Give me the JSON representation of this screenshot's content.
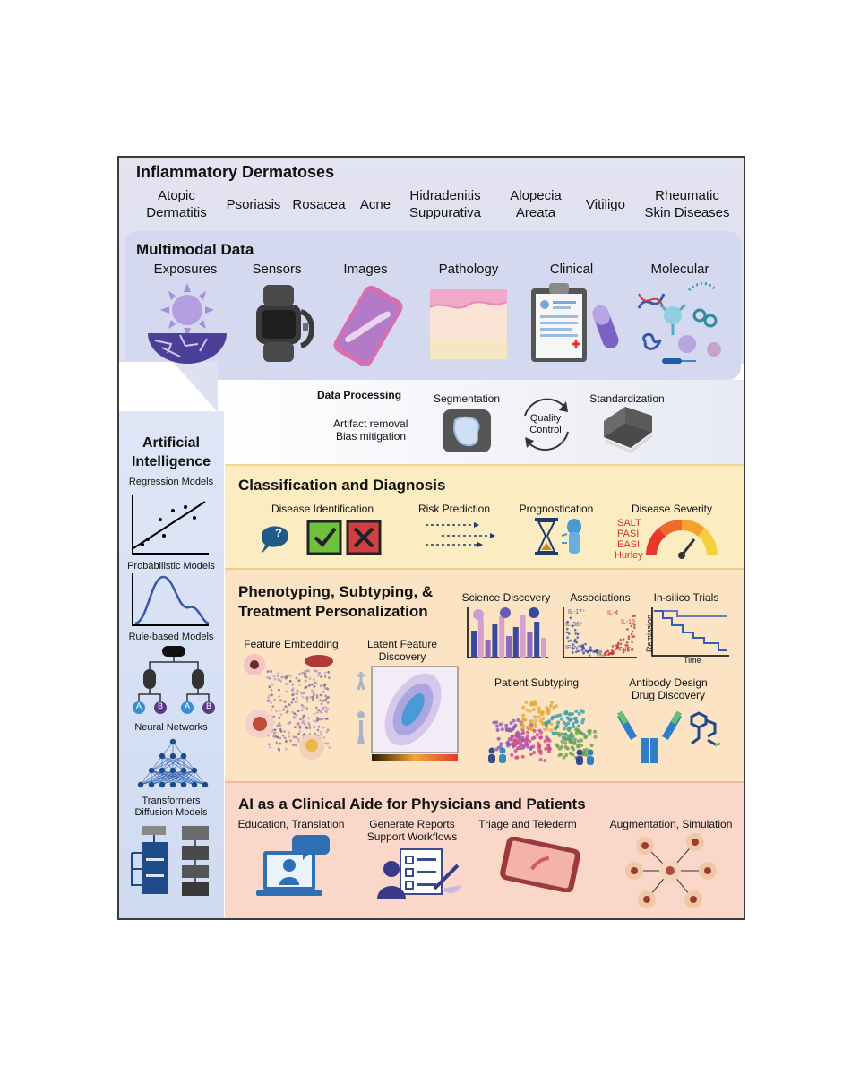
{
  "inflammatory": {
    "title": "Inflammatory Dermatoses",
    "diseases": [
      {
        "line1": "Atopic",
        "line2": "Dermatitis"
      },
      {
        "line1": "Psoriasis",
        "line2": ""
      },
      {
        "line1": "Rosacea",
        "line2": ""
      },
      {
        "line1": "Acne",
        "line2": ""
      },
      {
        "line1": "Hidradenitis",
        "line2": "Suppurativa"
      },
      {
        "line1": "Alopecia",
        "line2": "Areata"
      },
      {
        "line1": "Vitiligo",
        "line2": ""
      },
      {
        "line1": "Rheumatic",
        "line2": "Skin Diseases"
      }
    ]
  },
  "multimodal": {
    "title": "Multimodal Data",
    "items": [
      "Exposures",
      "Sensors",
      "Images",
      "Pathology",
      "Clinical",
      "Molecular"
    ]
  },
  "processing": {
    "title": "Data Processing",
    "artifact": "Artifact removal",
    "bias": "Bias mitigation",
    "segmentation": "Segmentation",
    "quality_line1": "Quality",
    "quality_line2": "Control",
    "standardization": "Standardization"
  },
  "ai": {
    "title_line1": "Artificial",
    "title_line2": "Intelligence",
    "models": [
      "Regression Models",
      "Probabilistic Models",
      "Rule-based Models",
      "Neural Networks",
      "Transformers",
      "Diffusion Models"
    ],
    "node_a": "A",
    "node_b": "B"
  },
  "classification": {
    "title": "Classification and Diagnosis",
    "items": [
      "Disease Identification",
      "Risk Prediction",
      "Prognostication",
      "Disease Severity"
    ],
    "severity_scores": [
      "SALT",
      "PASI",
      "EASI",
      "Hurley"
    ],
    "question": "?"
  },
  "phenotyping": {
    "title_line1": "Phenotyping, Subtyping, &",
    "title_line2": "Treatment Personalization",
    "feature_embedding": "Feature Embedding",
    "latent_line1": "Latent Feature",
    "latent_line2": "Discovery",
    "science": "Science Discovery",
    "associations": "Associations",
    "insilico": "In-silico Trials",
    "remission": "Remission",
    "time": "Time",
    "patient_subtyping": "Patient Subtyping",
    "antibody_line1": "Antibody Design",
    "antibody_line2": "Drug Discovery",
    "volcano_labels": [
      "IL-17⁺",
      "IL-36⁺",
      "IFNγ",
      "IL-4",
      "IL-13",
      "TNFα"
    ]
  },
  "clinical_aide": {
    "title": "AI as a Clinical Aide for Physicians and Patients",
    "education": "Education, Translation",
    "reports_line1": "Generate Reports",
    "reports_line2": "Support Workflows",
    "triage": "Triage and Telederm",
    "augmentation": "Augmentation, Simulation"
  },
  "colors": {
    "top_band": "#e3e3f1",
    "multimodal_panel": "#d5d9ef",
    "ai_column": "#dbe4f5",
    "classification_panel": "#fbecc1",
    "phenotyping_panel": "#fbe3c4",
    "aide_panel": "#fad7c8",
    "purple": "#7a5fb0",
    "blue": "#2f6fb3"
  }
}
